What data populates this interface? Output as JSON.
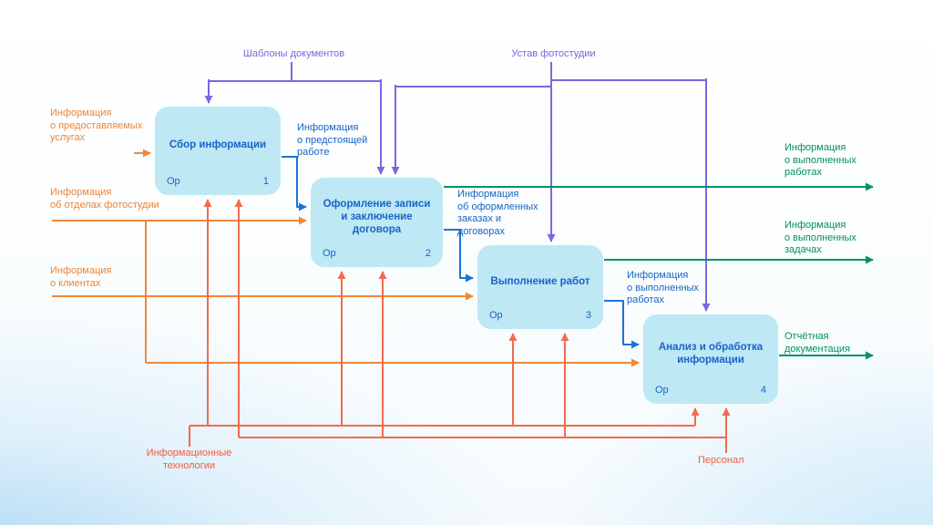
{
  "colors": {
    "input_orange": "#F0873B",
    "mechanism_coral": "#F26B4E",
    "control_purple": "#7C66E3",
    "flow_blue": "#1B74D8",
    "output_green": "#009460",
    "box_fill": "#BDE8F4",
    "box_text": "#1A63C8"
  },
  "boxes": [
    {
      "title": "Сбор информации",
      "op_label": "Ор",
      "number": "1"
    },
    {
      "title": "Оформление записи\nи заключение\nдоговора",
      "op_label": "Ор",
      "number": "2"
    },
    {
      "title": "Выполнение работ",
      "op_label": "Ор",
      "number": "3"
    },
    {
      "title": "Анализ и обработка\nинформации",
      "op_label": "Ор",
      "number": "4"
    }
  ],
  "controls": [
    {
      "label": "Шаблоны документов"
    },
    {
      "label": "Устав фотостудии"
    }
  ],
  "inputs": [
    {
      "label": "Информация\nо предоставляемых\nуслугах"
    },
    {
      "label": "Информация\nоб отделах фотостудии"
    },
    {
      "label": "Информация\nо клиентах"
    }
  ],
  "flows": [
    {
      "label": "Информация\nо предстоящей\nработе"
    },
    {
      "label": "Информация\nоб оформленных\nзаказах и\nдоговорах"
    },
    {
      "label": "Информация\nо выполненных\nработах"
    }
  ],
  "outputs": [
    {
      "label": "Информация\nо выполненных\nработах"
    },
    {
      "label": "Информация\nо выполненных\nзадачах"
    },
    {
      "label": "Отчётная\nдокументация"
    }
  ],
  "mechanisms": [
    {
      "label": "Информационные\nтехнологии"
    },
    {
      "label": "Персонал"
    }
  ]
}
